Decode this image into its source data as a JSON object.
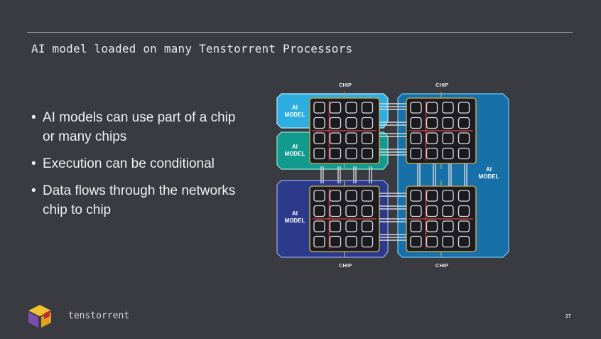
{
  "slide": {
    "title": "AI model loaded on many Tenstorrent Processors",
    "bullets": [
      "AI models can use part of a chip or many chips",
      "Execution can be conditional",
      "Data flows through the networks chip to chip"
    ],
    "page_number": "27"
  },
  "footer": {
    "brand": "tenstorrent",
    "logo_icon": "tenstorrent-cube-logo-icon"
  },
  "diagram": {
    "chip_label": "CHIP",
    "model_labels": [
      "AI",
      "MODEL"
    ],
    "colors": {
      "model_cyan": "#2eaee0",
      "model_teal": "#129a8e",
      "model_indigo": "#2c3a8c",
      "model_blue": "#1770a8",
      "chip_border": "#b8a050",
      "chip_bg": "#1c1c22",
      "grid_line": "#c0403a"
    }
  }
}
